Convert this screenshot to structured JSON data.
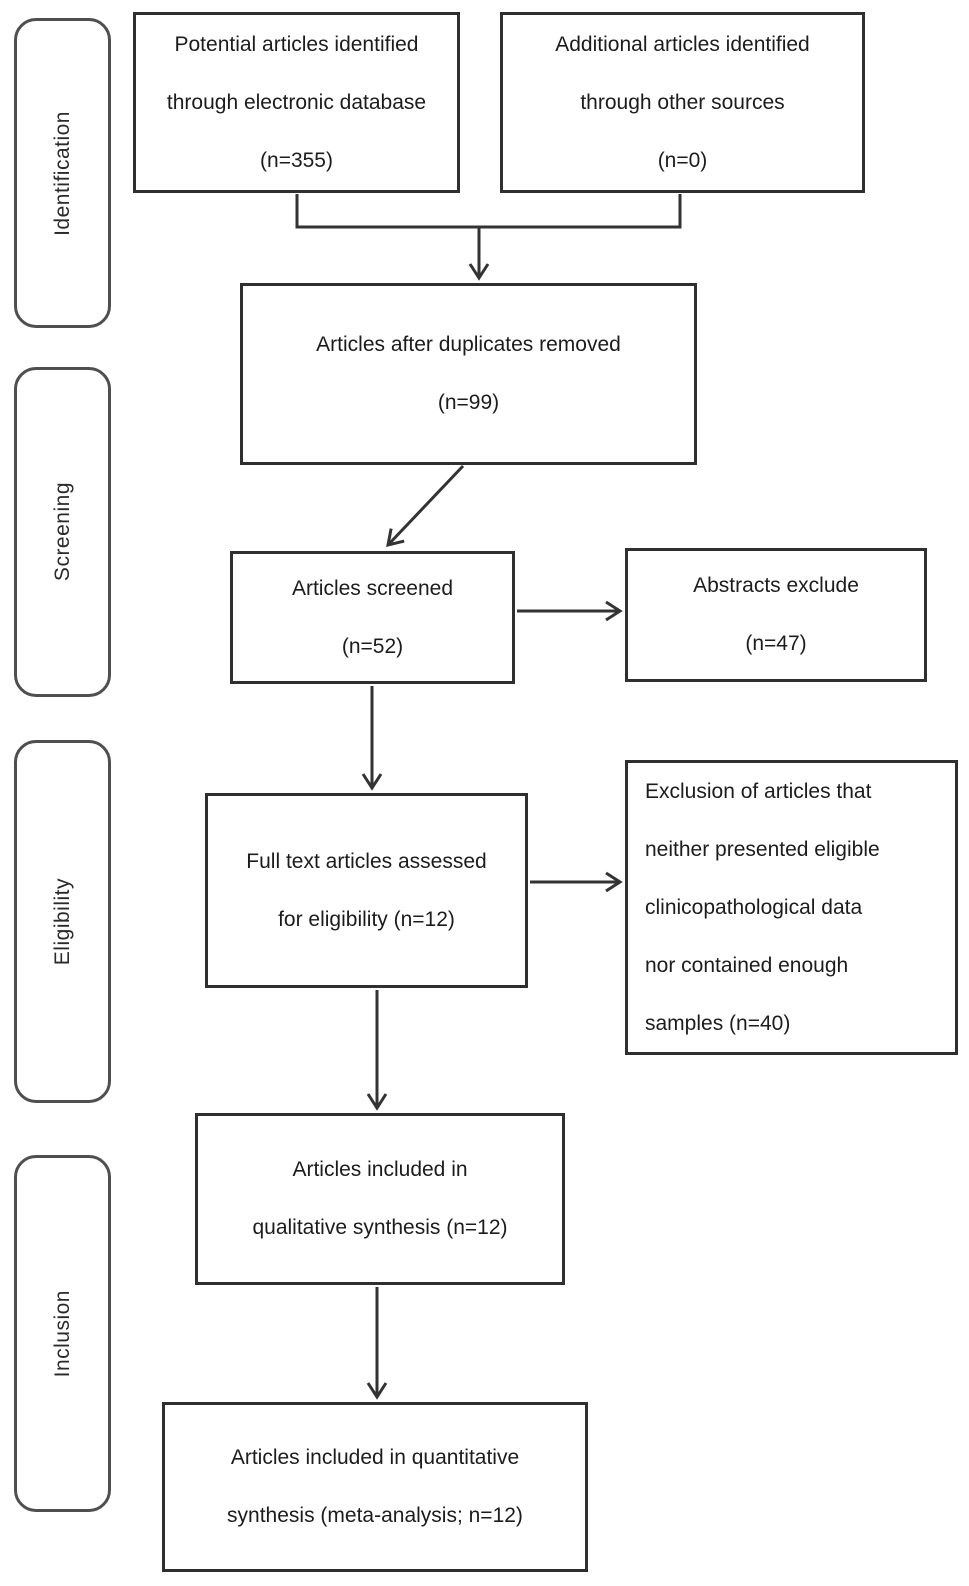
{
  "diagram": {
    "kind": "PRISMA flow diagram",
    "stages": [
      {
        "id": "identification",
        "label": "Identification"
      },
      {
        "id": "screening",
        "label": "Screening"
      },
      {
        "id": "eligibility",
        "label": "Eligibility"
      },
      {
        "id": "inclusion",
        "label": "Inclusion"
      }
    ],
    "boxes": {
      "electronic_database": {
        "lines": [
          "Potential articles identified",
          "through electronic database",
          "(n=355)"
        ],
        "n": 355
      },
      "other_sources": {
        "lines": [
          "Additional articles identified",
          "through other sources",
          "(n=0)"
        ],
        "n": 0
      },
      "duplicates_removed": {
        "lines": [
          "Articles after duplicates removed",
          "(n=99)"
        ],
        "n": 99
      },
      "articles_screened": {
        "lines": [
          "Articles screened",
          "(n=52)"
        ],
        "n": 52
      },
      "abstracts_excluded": {
        "lines": [
          "Abstracts exclude",
          "(n=47)"
        ],
        "n": 47
      },
      "fulltext_assessed": {
        "lines": [
          "Full text articles assessed",
          "for eligibility (n=12)"
        ],
        "n": 12
      },
      "articles_excluded": {
        "lines": [
          "Exclusion of articles that",
          "neither presented eligible",
          "clinicopathological data",
          "nor contained enough",
          "samples (n=40)"
        ],
        "n": 40
      },
      "qualitative_synthesis": {
        "lines": [
          "Articles included in",
          "qualitative synthesis (n=12)"
        ],
        "n": 12
      },
      "quantitative_synthesis": {
        "lines": [
          "Articles included in quantitative",
          "synthesis (meta-analysis; n=12)"
        ],
        "n": 12
      }
    },
    "edges": [
      {
        "from": "electronic_database",
        "to": "duplicates_removed"
      },
      {
        "from": "other_sources",
        "to": "duplicates_removed"
      },
      {
        "from": "duplicates_removed",
        "to": "articles_screened"
      },
      {
        "from": "articles_screened",
        "to": "abstracts_excluded"
      },
      {
        "from": "articles_screened",
        "to": "fulltext_assessed"
      },
      {
        "from": "fulltext_assessed",
        "to": "articles_excluded"
      },
      {
        "from": "fulltext_assessed",
        "to": "qualitative_synthesis"
      },
      {
        "from": "qualitative_synthesis",
        "to": "quantitative_synthesis"
      }
    ],
    "colors": {
      "box_border": "#2f2f2f",
      "sidebar_border": "#4f4f4f",
      "connector": "#333333",
      "text": "#1c1c1c",
      "background": "#ffffff"
    }
  }
}
